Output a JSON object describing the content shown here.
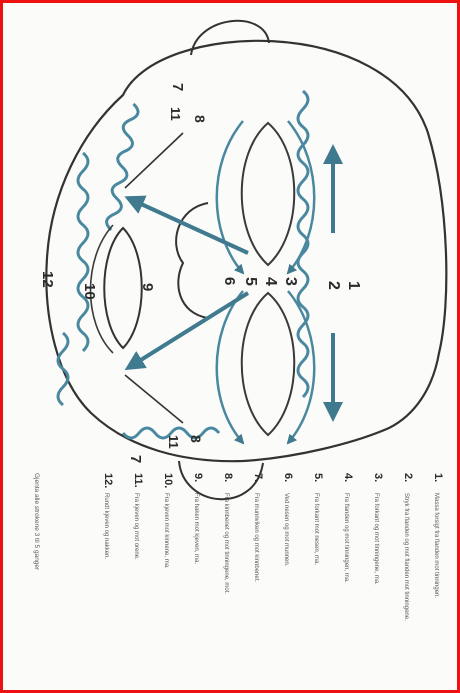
{
  "colors": {
    "frame": "#ee1111",
    "line": "#3a3a3a",
    "arrow": "#3f7a8f",
    "wave": "#4a88a0"
  },
  "labels": {
    "n1": "1",
    "n2": "2",
    "n3": "3",
    "n4": "4",
    "n5": "5",
    "n6": "6",
    "n7_top": "7",
    "n7_bottom": "7",
    "n8_top": "8",
    "n8_bottom": "8",
    "n9": "9",
    "n10": "10",
    "n11_top": "11",
    "n11_bottom": "11",
    "n12": "12"
  },
  "legend": {
    "items": [
      {
        "num": "1.",
        "text": "Massa forsigt fra flanden mot tinningen."
      },
      {
        "num": "2.",
        "text": "Stryk fra flanden og mot flanden mot tinningene."
      },
      {
        "num": "3.",
        "text": "Fra forkant og mot tinningene, ma."
      },
      {
        "num": "4.",
        "text": "Fra flanden og mot tinningen, ma."
      },
      {
        "num": "5.",
        "text": "Fra forkant mot nesen, ma."
      },
      {
        "num": "6.",
        "text": "Ved nesen og mot munnen."
      },
      {
        "num": "7.",
        "text": "Fra munnviken og mot kinnbenet."
      },
      {
        "num": "8.",
        "text": "Fra kinnbenet og mot tinningene, mot."
      },
      {
        "num": "9.",
        "text": "Fra haken mot kjeven, ma."
      },
      {
        "num": "10.",
        "text": "Fra kjeven mot kinnene, ma."
      },
      {
        "num": "11.",
        "text": "Fra kjeven og mot orene."
      },
      {
        "num": "12.",
        "text": "Rundt kjeven og nakken."
      }
    ],
    "note": "Gjenta alle strokene 3 til 5 ganger"
  }
}
